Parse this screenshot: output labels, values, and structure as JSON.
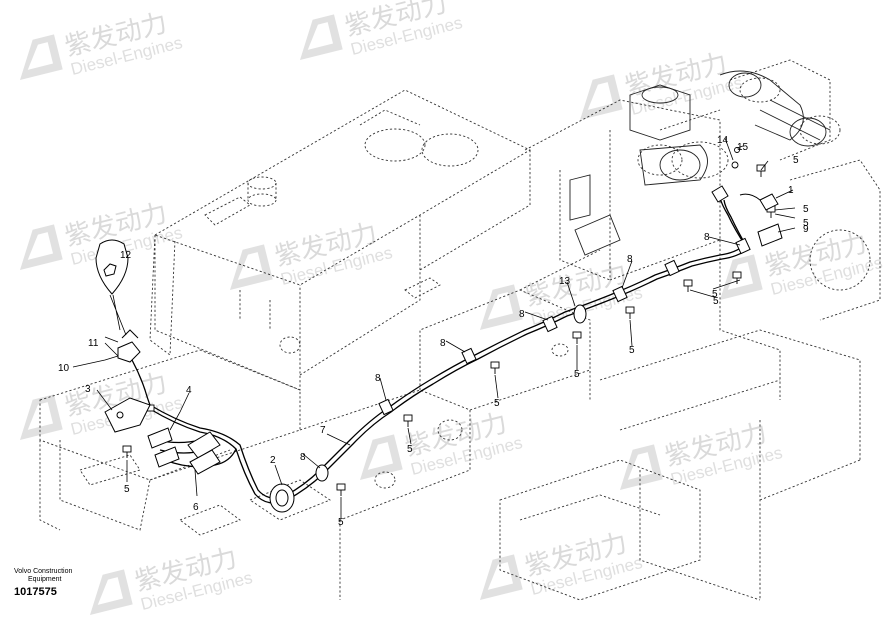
{
  "caption": {
    "brand_line1": "Volvo Construction",
    "brand_line2": "Equipment",
    "drawing_number": "1017575"
  },
  "watermark": {
    "brand": "紫发动力",
    "subtitle": "Diesel-Engines"
  },
  "callouts": [
    "1",
    "2",
    "3",
    "4",
    "5",
    "6",
    "7",
    "8",
    "9",
    "10",
    "11",
    "12",
    "13",
    "14",
    "15"
  ],
  "callout_labels": {
    "c1": "1",
    "c2": "2",
    "c3": "3",
    "c4": "4",
    "c5a": "5",
    "c5b": "5",
    "c5c": "5",
    "c5d": "5",
    "c5e": "5",
    "c5f": "5",
    "c5g": "5",
    "c5h": "5",
    "c5i": "5",
    "c5j": "5",
    "c5k": "5",
    "c6": "6",
    "c7": "7",
    "c8a": "8",
    "c8b": "8",
    "c8c": "8",
    "c8d": "8",
    "c8e": "8",
    "c8f": "8",
    "c9": "9",
    "c10": "10",
    "c11": "11",
    "c12": "12",
    "c13": "13",
    "c14": "14",
    "c15": "15"
  }
}
